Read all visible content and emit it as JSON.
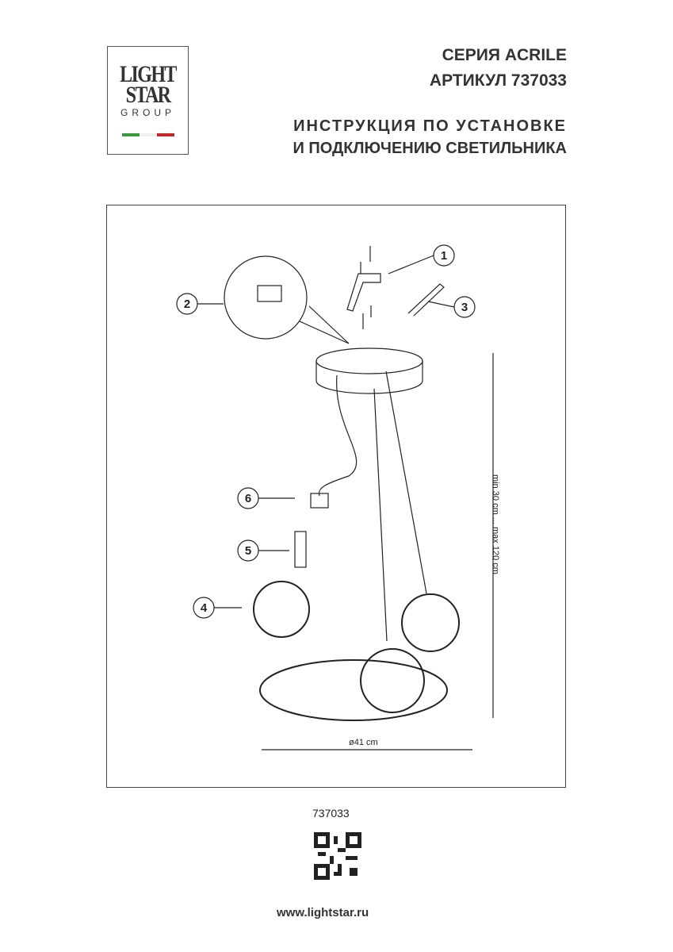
{
  "logo": {
    "line1": "LIGHT",
    "line2": "STAR",
    "line3": "GROUP",
    "flag_colors": [
      "#3a9a3a",
      "#ffffff",
      "#c8262b"
    ]
  },
  "header": {
    "series": "СЕРИЯ ACRILE",
    "article": "АРТИКУЛ 737033",
    "title_line1": "ИНСТРУКЦИЯ ПО УСТАНОВКЕ",
    "title_line2": "И ПОДКЛЮЧЕНИЮ СВЕТИЛЬНИКА"
  },
  "diagram": {
    "callouts": [
      "1",
      "2",
      "3",
      "4",
      "5",
      "6"
    ],
    "height_dimension": "min 30 cm ... max 120 cm",
    "diameter_dimension": "ø41 cm"
  },
  "footer": {
    "article_code": "737033",
    "website": "www.lightstar.ru"
  }
}
